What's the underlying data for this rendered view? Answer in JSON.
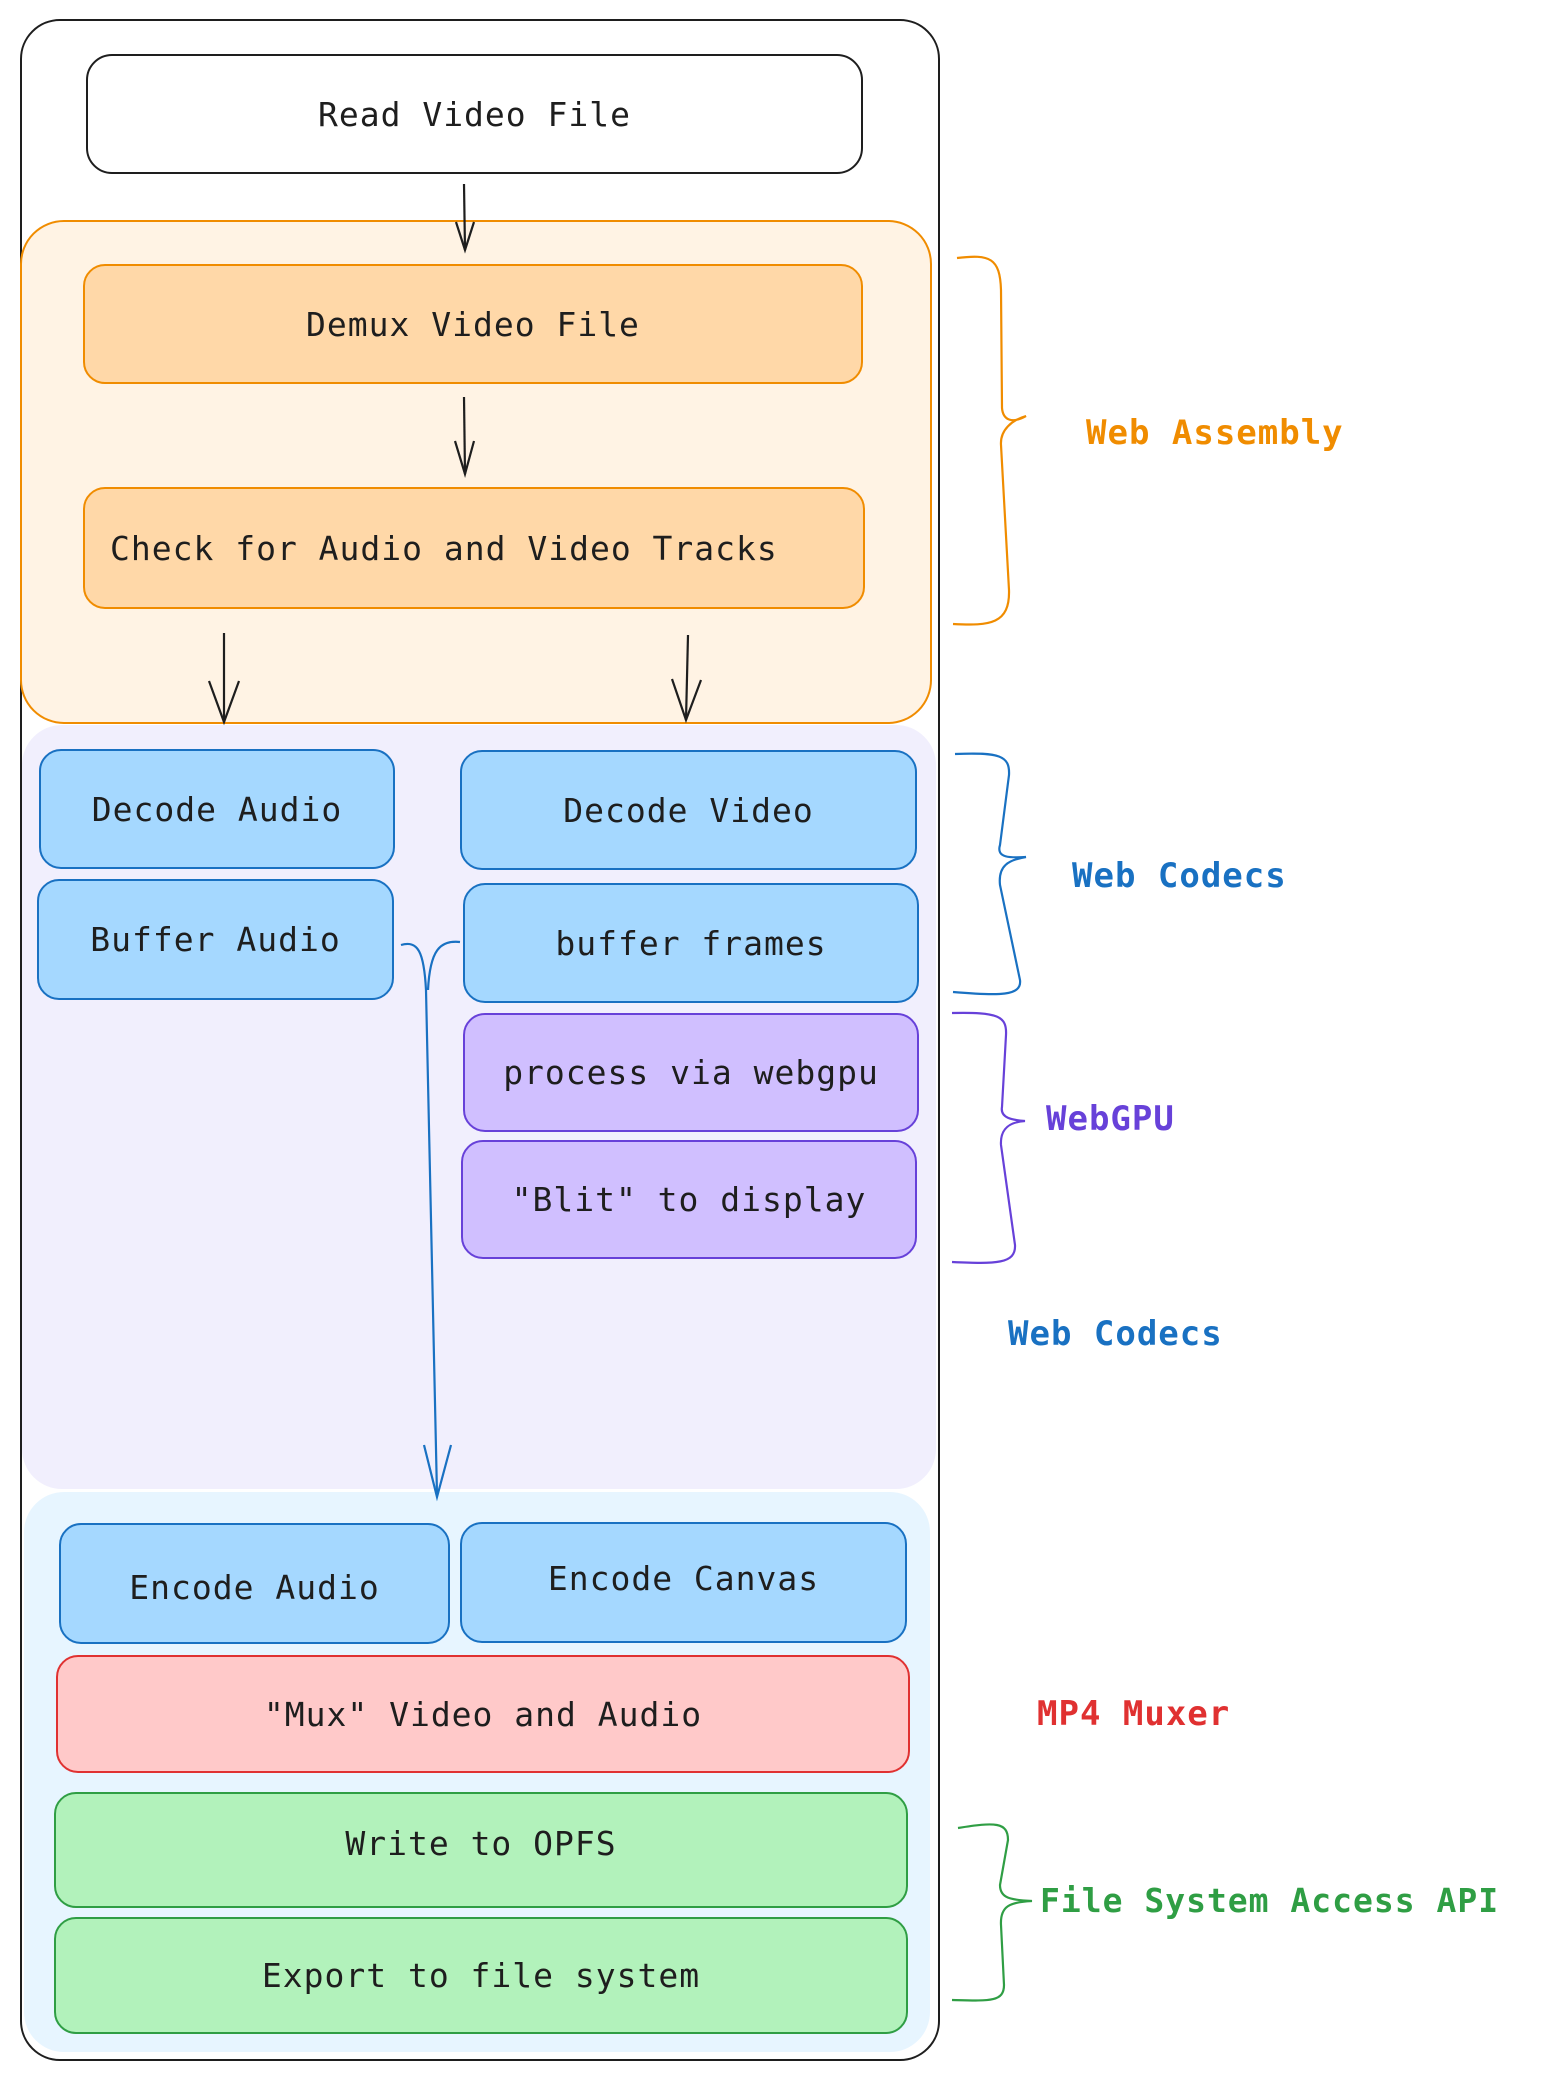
{
  "diagram": {
    "steps": {
      "read_video_file": "Read Video File",
      "demux_video_file": "Demux Video File",
      "check_tracks": "Check for Audio and Video Tracks",
      "decode_audio": "Decode Audio",
      "buffer_audio": "Buffer Audio",
      "decode_video": "Decode Video",
      "buffer_frames": "buffer frames",
      "process_webgpu": "process via webgpu",
      "blit_display": "\"Blit\" to display",
      "encode_audio": "Encode Audio",
      "encode_canvas": "Encode Canvas",
      "mux": "\"Mux\" Video and Audio",
      "write_opfs": "Write to OPFS",
      "export_fs": "Export to file system"
    },
    "annotations": {
      "web_assembly": "Web Assembly",
      "web_codecs_decode": "Web Codecs",
      "webgpu": "WebGPU",
      "web_codecs_encode": "Web Codecs",
      "mp4_muxer": "MP4 Muxer",
      "file_system_access": "File System Access API"
    },
    "colors": {
      "web_assembly": "#f08c00",
      "web_codecs": "#1971c2",
      "webgpu": "#6741d9",
      "mp4_muxer": "#e03131",
      "file_system_access": "#2f9e44",
      "arrow": "#1e1e1e",
      "merge_arrow": "#1971c2"
    }
  }
}
